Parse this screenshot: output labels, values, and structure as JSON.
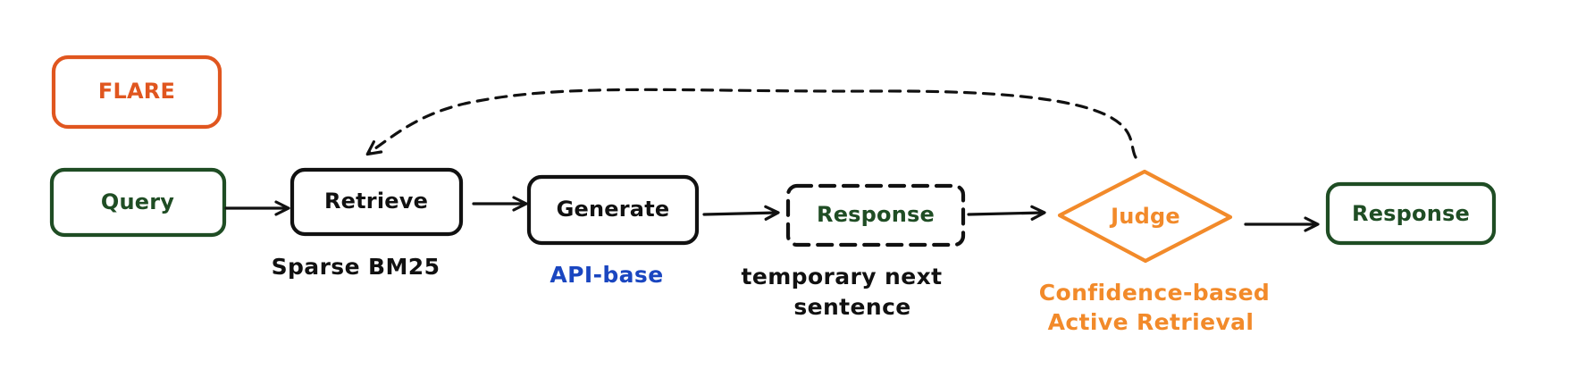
{
  "title": "FLARE",
  "colors": {
    "title": "#e0561f",
    "green": "#1f4d24",
    "black": "#111111",
    "blue": "#1a46c0",
    "orange": "#f28a2a"
  },
  "nodes": {
    "query": {
      "label": "Query"
    },
    "retrieve": {
      "label": "Retrieve",
      "caption": "Sparse BM25"
    },
    "generate": {
      "label": "Generate",
      "caption": "API-base"
    },
    "temp_response": {
      "label": "Response",
      "caption_line1": "temporary next",
      "caption_line2": "sentence"
    },
    "judge": {
      "label": "Judge",
      "caption_line1": "Confidence-based",
      "caption_line2": "Active Retrieval"
    },
    "final_response": {
      "label": "Response"
    }
  }
}
